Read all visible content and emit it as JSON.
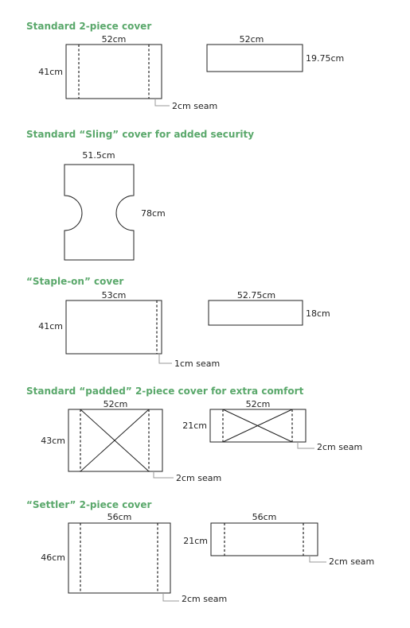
{
  "colors": {
    "heading": "#5aa86b",
    "line": "#222222",
    "leader": "#999999"
  },
  "sections": [
    {
      "heading": "Standard 2-piece cover",
      "pieces": [
        {
          "width": "52cm",
          "height": "41cm",
          "seam": "2cm seam"
        },
        {
          "width": "52cm",
          "height": "19.75cm"
        }
      ]
    },
    {
      "heading": "Standard “Sling” cover for added security",
      "pieces": [
        {
          "width": "51.5cm",
          "height": "78cm"
        }
      ]
    },
    {
      "heading": "“Staple-on” cover",
      "pieces": [
        {
          "width": "53cm",
          "height": "41cm",
          "seam": "1cm seam"
        },
        {
          "width": "52.75cm",
          "height": "18cm"
        }
      ]
    },
    {
      "heading": "Standard “padded” 2-piece cover for extra comfort",
      "pieces": [
        {
          "width": "52cm",
          "height": "43cm",
          "seam": "2cm seam"
        },
        {
          "width": "52cm",
          "height": "21cm",
          "seam": "2cm seam"
        }
      ]
    },
    {
      "heading": "“Settler” 2-piece cover",
      "pieces": [
        {
          "width": "56cm",
          "height": "46cm",
          "seam": "2cm seam"
        },
        {
          "width": "56cm",
          "height": "21cm",
          "seam": "2cm seam"
        }
      ]
    }
  ]
}
